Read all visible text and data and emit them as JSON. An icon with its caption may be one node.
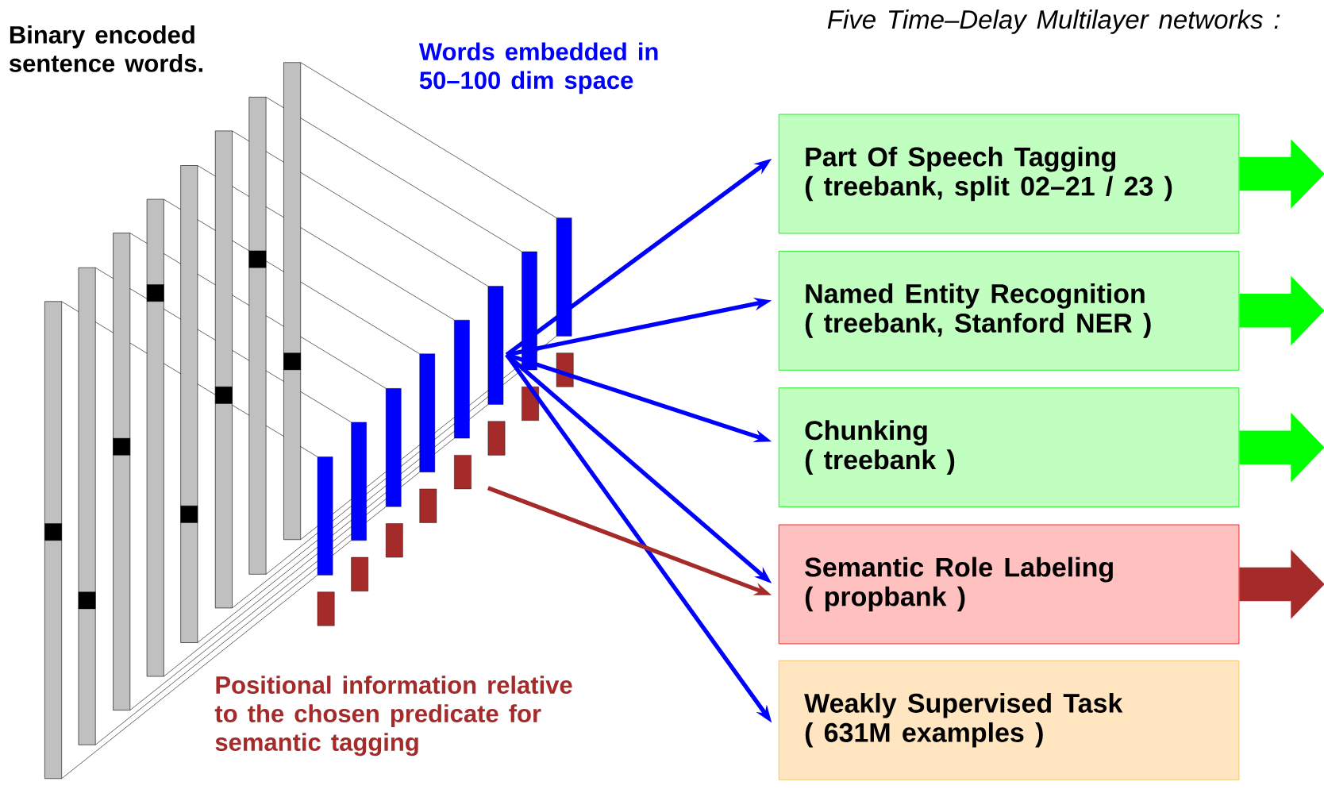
{
  "diagram": {
    "title": "Five Time–Delay Multilayer networks :",
    "nodes": [
      {
        "text": [
          "Part Of Speech Tagging",
          "( treebank, split 02–21 / 23 )"
        ]
      },
      {
        "text": [
          "Named Entity Recognition",
          "( treebank, Stanford NER )"
        ]
      },
      {
        "text": [
          "Chunking",
          "( treebank )"
        ]
      },
      {
        "text": [
          "Semantic Role Labeling",
          "( propbank )"
        ]
      },
      {
        "text": [
          "Weakly Supervised Task",
          "( 631M examples )"
        ]
      }
    ],
    "edges": [
      {
        "from": null,
        "to": 0,
        "arrow": "to",
        "color": "#0000ff"
      },
      {
        "from": null,
        "to": 1,
        "arrow": "to",
        "color": "#0000ff"
      },
      {
        "from": null,
        "to": 2,
        "arrow": "to",
        "color": "#0000ff"
      },
      {
        "from": null,
        "to": 3,
        "arrow": "to",
        "color": "#0000ff"
      },
      {
        "from": null,
        "to": 4,
        "arrow": "to",
        "color": "#0000ff"
      },
      {
        "from": null,
        "to": 3,
        "arrow": "to",
        "color": "#a52a2a"
      },
      {
        "from": 0,
        "to": null,
        "arrow": "to",
        "style": "thick",
        "color": "#00ff00"
      },
      {
        "from": 1,
        "to": null,
        "arrow": "to",
        "style": "thick",
        "color": "#00ff00"
      },
      {
        "from": 2,
        "to": null,
        "arrow": "to",
        "style": "thick",
        "color": "#00ff00"
      },
      {
        "from": 3,
        "to": null,
        "arrow": "to",
        "style": "thick",
        "color": "#a52a2a"
      }
    ],
    "labels": [
      "Binary encoded sentence words.",
      "Words embedded in 50–100 dim space",
      "Positional information relative to the chosen predicate for semantic tagging"
    ]
  }
}
